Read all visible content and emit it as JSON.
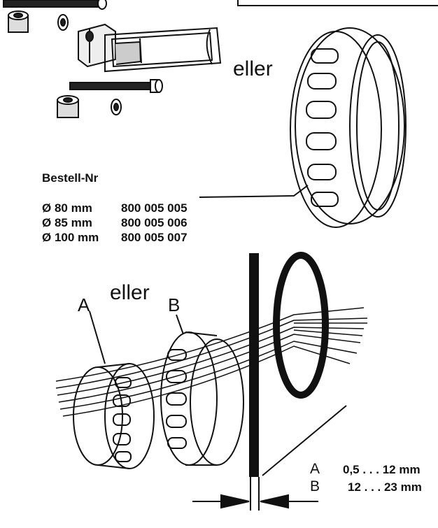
{
  "top": {
    "or_label": "eller",
    "order_heading": "Bestell-Nr",
    "sizes": [
      {
        "diameter": "Ø 80 mm",
        "part_no": "800 005 005"
      },
      {
        "diameter": "Ø 85 mm",
        "part_no": "800 005 006"
      },
      {
        "diameter": "Ø 100 mm",
        "part_no": "800 005 007"
      }
    ]
  },
  "bottom": {
    "or_label": "eller",
    "label_a": "A",
    "label_b": "B",
    "ranges": [
      {
        "key": "A",
        "range": "0,5 . . . 12 mm"
      },
      {
        "key": "B",
        "range": "12 . . . 23 mm"
      }
    ]
  }
}
